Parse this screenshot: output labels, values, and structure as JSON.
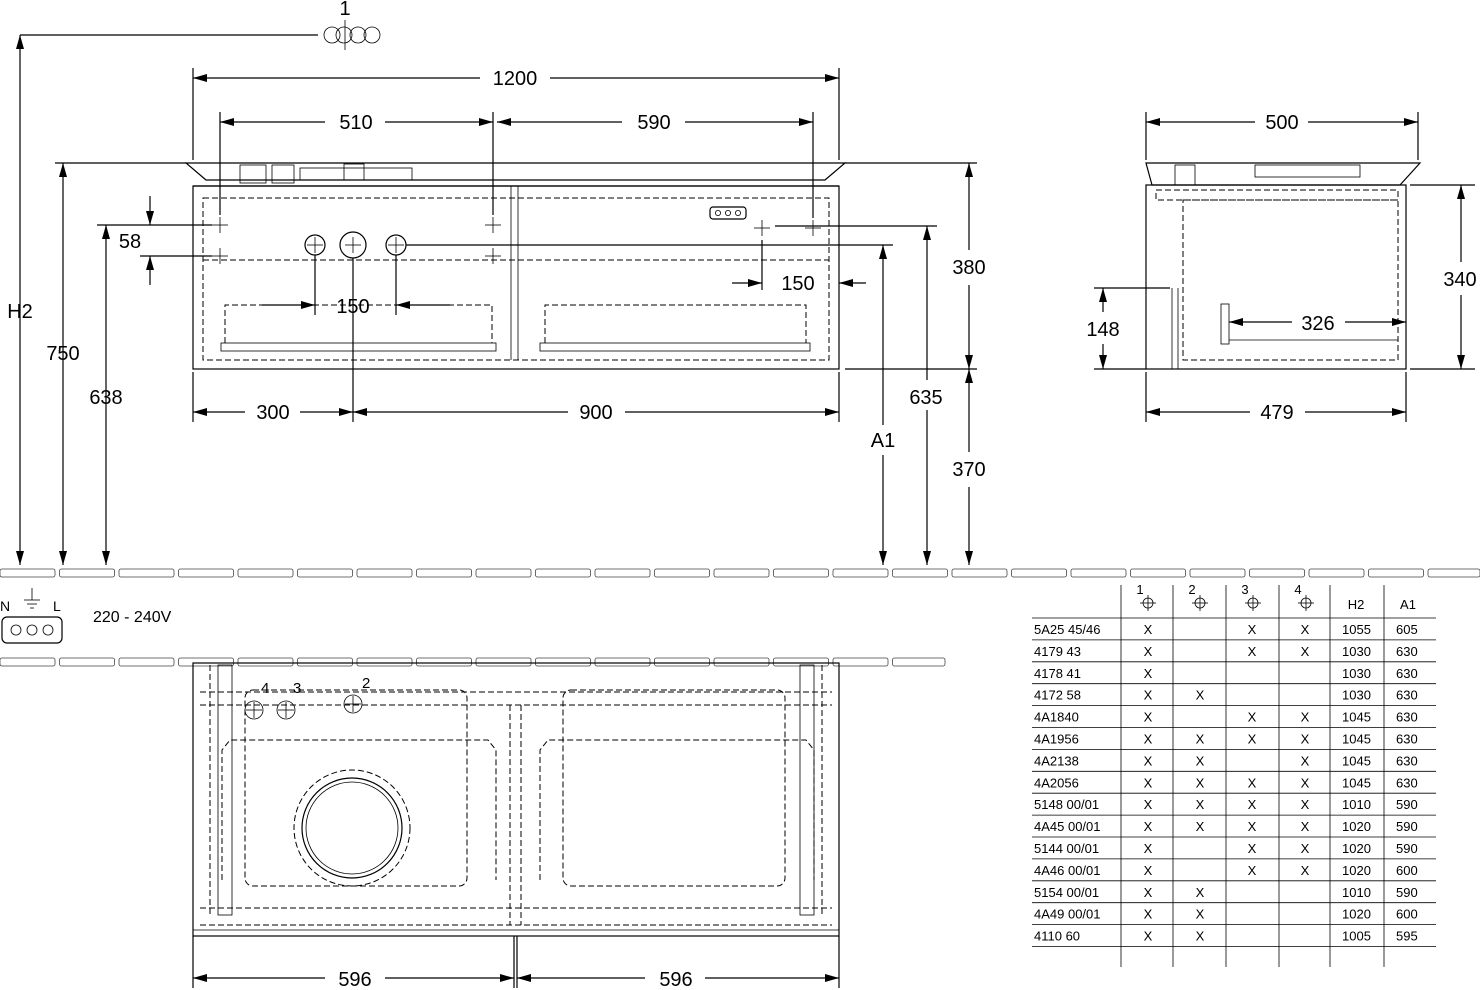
{
  "front_view": {
    "marker_1": "1",
    "dim_1200": "1200",
    "dim_510": "510",
    "dim_590": "590",
    "dim_58": "58",
    "dim_150_right": "150",
    "dim_150_center": "150",
    "dim_h2": "H2",
    "dim_750": "750",
    "dim_638": "638",
    "dim_300": "300",
    "dim_900": "900",
    "dim_a1": "A1",
    "dim_635": "635",
    "dim_380": "380",
    "dim_370": "370"
  },
  "side_view": {
    "dim_500": "500",
    "dim_340": "340",
    "dim_148": "148",
    "dim_326": "326",
    "dim_479": "479"
  },
  "electric": {
    "label_n": "N",
    "label_l": "L",
    "voltage": "220 - 240V"
  },
  "top_view": {
    "marker_4": "4",
    "marker_3": "3",
    "marker_2": "2",
    "dim_596_left": "596",
    "dim_596_right": "596"
  },
  "table": {
    "headers": [
      "1",
      "2",
      "3",
      "4",
      "H2",
      "A1"
    ],
    "rows": [
      {
        "code": "5A25 45/46",
        "c1": "X",
        "c2": "",
        "c3": "X",
        "c4": "X",
        "h2": "1055",
        "a1": "605"
      },
      {
        "code": "4179 43",
        "c1": "X",
        "c2": "",
        "c3": "X",
        "c4": "X",
        "h2": "1030",
        "a1": "630"
      },
      {
        "code": "4178 41",
        "c1": "X",
        "c2": "",
        "c3": "",
        "c4": "",
        "h2": "1030",
        "a1": "630"
      },
      {
        "code": "4172 58",
        "c1": "X",
        "c2": "X",
        "c3": "",
        "c4": "",
        "h2": "1030",
        "a1": "630"
      },
      {
        "code": "4A1840",
        "c1": "X",
        "c2": "",
        "c3": "X",
        "c4": "X",
        "h2": "1045",
        "a1": "630"
      },
      {
        "code": "4A1956",
        "c1": "X",
        "c2": "X",
        "c3": "X",
        "c4": "X",
        "h2": "1045",
        "a1": "630"
      },
      {
        "code": "4A2138",
        "c1": "X",
        "c2": "X",
        "c3": "",
        "c4": "X",
        "h2": "1045",
        "a1": "630"
      },
      {
        "code": "4A2056",
        "c1": "X",
        "c2": "X",
        "c3": "X",
        "c4": "X",
        "h2": "1045",
        "a1": "630"
      },
      {
        "code": "5148 00/01",
        "c1": "X",
        "c2": "X",
        "c3": "X",
        "c4": "X",
        "h2": "1010",
        "a1": "590"
      },
      {
        "code": "4A45 00/01",
        "c1": "X",
        "c2": "X",
        "c3": "X",
        "c4": "X",
        "h2": "1020",
        "a1": "590"
      },
      {
        "code": "5144 00/01",
        "c1": "X",
        "c2": "",
        "c3": "X",
        "c4": "X",
        "h2": "1020",
        "a1": "590"
      },
      {
        "code": "4A46 00/01",
        "c1": "X",
        "c2": "",
        "c3": "X",
        "c4": "X",
        "h2": "1020",
        "a1": "600"
      },
      {
        "code": "5154 00/01",
        "c1": "X",
        "c2": "X",
        "c3": "",
        "c4": "",
        "h2": "1010",
        "a1": "590"
      },
      {
        "code": "4A49 00/01",
        "c1": "X",
        "c2": "X",
        "c3": "",
        "c4": "",
        "h2": "1020",
        "a1": "600"
      },
      {
        "code": "4110 60",
        "c1": "X",
        "c2": "X",
        "c3": "",
        "c4": "",
        "h2": "1005",
        "a1": "595"
      }
    ]
  }
}
